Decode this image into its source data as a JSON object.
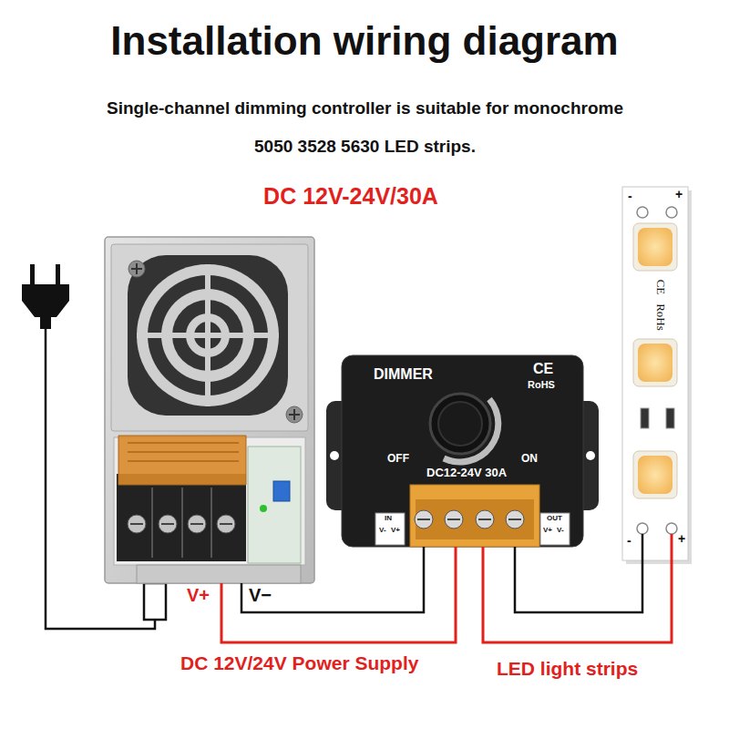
{
  "diagram": {
    "title": "Installation wiring diagram",
    "nodes": [
      {
        "text": [
          "V+",
          "V−"
        ]
      },
      {
        "text": [
          "DIMMER",
          "CE",
          "RoHS",
          "OFF",
          "ON",
          "DC12-24V 30A",
          "IN",
          "V-",
          "V+",
          "OUT",
          "V+",
          "V-"
        ]
      },
      {
        "text": [
          "-",
          "+",
          "CE",
          "RoHs",
          "-",
          "+"
        ]
      }
    ],
    "edges": [
      {
        "from": 0,
        "to": 1,
        "arrow": "none"
      },
      {
        "from": 0,
        "to": 1,
        "arrow": "none"
      },
      {
        "from": 1,
        "to": 2,
        "arrow": "none"
      },
      {
        "from": 1,
        "to": 2,
        "arrow": "none"
      }
    ],
    "labels": [
      "Single-channel dimming controller is suitable for monochrome 5050 3528 5630 LED strips.",
      "DC 12V-24V/30A",
      "DC 12V/24V Power Supply",
      "LED light strips"
    ]
  }
}
